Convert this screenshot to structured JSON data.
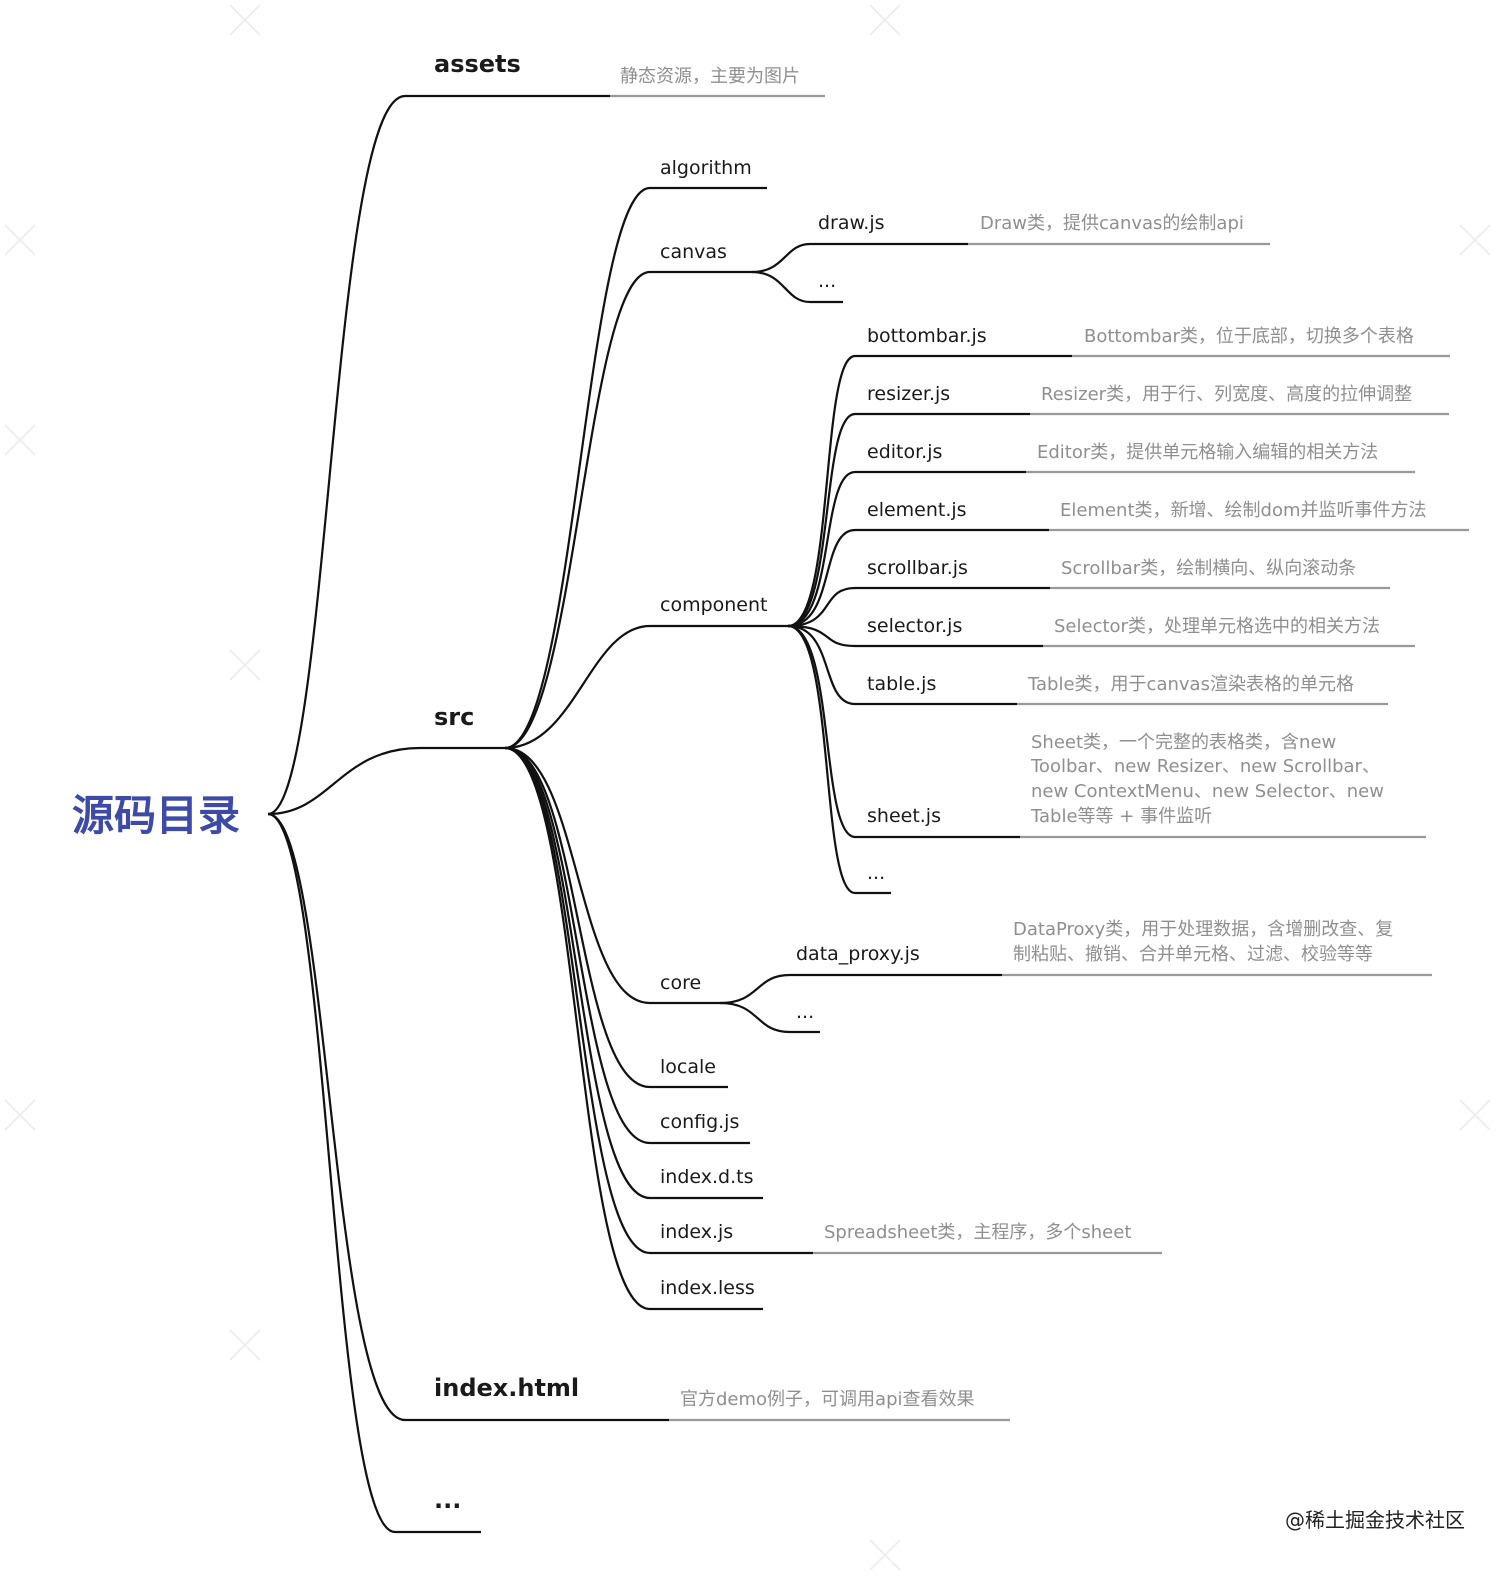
{
  "root": {
    "label": "源码目录"
  },
  "branches": {
    "assets": {
      "label": "assets",
      "desc": "静态资源，主要为图片"
    },
    "src": {
      "label": "src",
      "algorithm": "algorithm",
      "canvas": {
        "label": "canvas",
        "draw": {
          "label": "draw.js",
          "desc": "Draw类，提供canvas的绘制api"
        },
        "more": "..."
      },
      "component": {
        "label": "component",
        "bottombar": {
          "label": "bottombar.js",
          "desc": "Bottombar类，位于底部，切换多个表格"
        },
        "resizer": {
          "label": "resizer.js",
          "desc": "Resizer类，用于行、列宽度、高度的拉伸调整"
        },
        "editor": {
          "label": "editor.js",
          "desc": "Editor类，提供单元格输入编辑的相关方法"
        },
        "element": {
          "label": "element.js",
          "desc": "Element类，新增、绘制dom并监听事件方法"
        },
        "scrollbar": {
          "label": "scrollbar.js",
          "desc": "Scrollbar类，绘制横向、纵向滚动条"
        },
        "selector": {
          "label": "selector.js",
          "desc": "Selector类，处理单元格选中的相关方法"
        },
        "table": {
          "label": "table.js",
          "desc": "Table类，用于canvas渲染表格的单元格"
        },
        "sheet": {
          "label": "sheet.js",
          "desc_lines": [
            "Sheet类，一个完整的表格类，含new",
            "Toolbar、new Resizer、new Scrollbar、",
            "new ContextMenu、new Selector、new",
            "Table等等 + 事件监听"
          ]
        },
        "more": "..."
      },
      "core": {
        "label": "core",
        "data_proxy": {
          "label": "data_proxy.js",
          "desc_lines": [
            "DataProxy类，用于处理数据，含增删改查、复",
            "制粘贴、撤销、合并单元格、过滤、校验等等"
          ]
        },
        "more": "..."
      },
      "locale": "locale",
      "config": "config.js",
      "index_d_ts": "index.d.ts",
      "index_js": {
        "label": "index.js",
        "desc": "Spreadsheet类，主程序，多个sheet"
      },
      "index_less": "index.less"
    },
    "index_html": {
      "label": "index.html",
      "desc": "官方demo例子，可调用api查看效果"
    },
    "more": "..."
  },
  "watermark": {
    "text": "@稀土掘金技术社区"
  },
  "colors": {
    "root": "#3d4aa8",
    "line": "#111111",
    "desc_line": "#999999",
    "desc_text": "#8f8f8f"
  }
}
